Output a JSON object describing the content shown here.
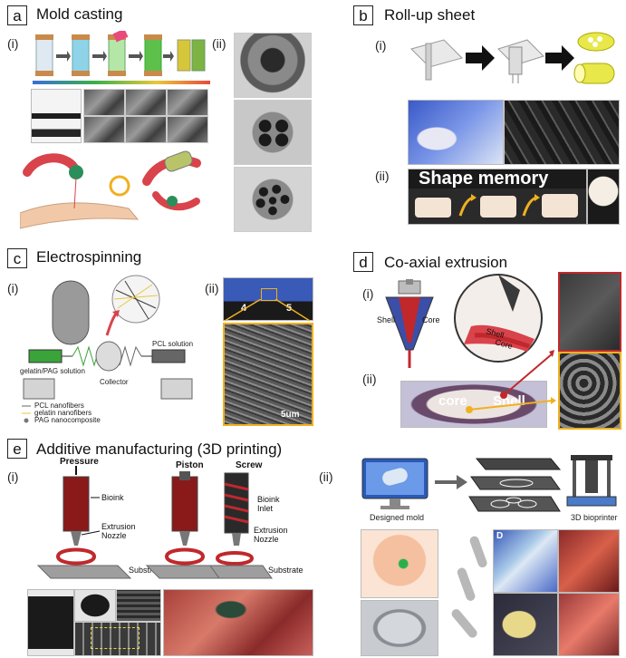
{
  "panels": {
    "a": {
      "letter": "a",
      "title": "Mold casting",
      "sub1": "(i)",
      "sub2": "(ii)"
    },
    "b": {
      "letter": "b",
      "title": "Roll-up sheet",
      "sub1": "(i)",
      "sub2": "(ii)",
      "shape_memory": "Shape memory"
    },
    "c": {
      "letter": "c",
      "title": "Electrospinning",
      "sub1": "(i)",
      "sub2": "(ii)",
      "gelatin_solution": "gelatin/PAG solution",
      "pcl_solution": "PCL solution",
      "collector": "Collector",
      "legend": [
        "PCL nanofibers",
        "gelatin nanofibers",
        "PAG nanocomposite"
      ],
      "ruler_4": "4",
      "ruler_5": "5",
      "scale": "5um"
    },
    "d": {
      "letter": "d",
      "title": "Co-axial extrusion",
      "sub1": "(i)",
      "sub2": "(ii)",
      "shell": "Shell",
      "core": "Core",
      "shell_in": "Shell",
      "core_in": "Core",
      "core_photo": "core",
      "shell_photo": "Shell"
    },
    "e": {
      "letter": "e",
      "title": "Additive manufacturing (3D printing)",
      "sub1": "(i)",
      "sub2": "(ii)",
      "pressure": "Pressure",
      "piston": "Piston",
      "screw": "Screw",
      "bioink": "Bioink",
      "extrusion_nozzle": "Extrusion\nNozzle",
      "substrate": "Substrate",
      "bioink_inlet": "Bioink\nInlet",
      "designed_mold": "Designed mold",
      "bioprinter": "3D bioprinter",
      "fig_d": "D"
    }
  },
  "colors": {
    "nerve_red": "#d9434b",
    "fiber_green": "#3aa33a",
    "shell_blue": "#3b4fa8",
    "core_red": "#c0282c",
    "yellow": "#e8d84a",
    "orange": "#f0a020"
  }
}
